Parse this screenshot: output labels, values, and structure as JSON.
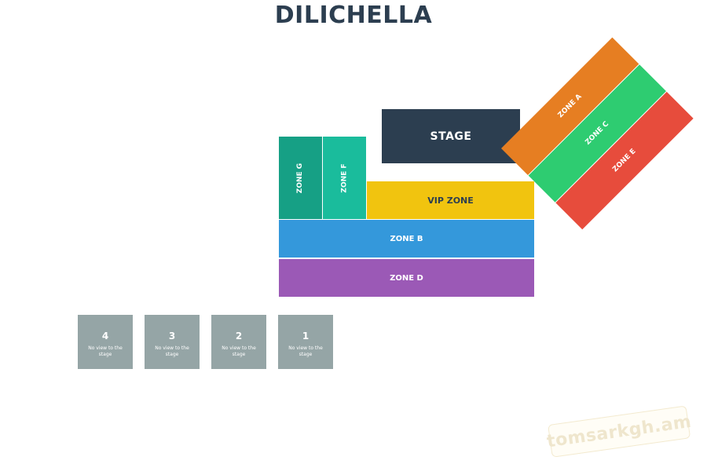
{
  "title": "DILICHELLA",
  "zones": {
    "stage": "STAGE",
    "vip": "VIP ZONE",
    "zone_a": "ZONE A",
    "zone_b": "ZONE B",
    "zone_c": "ZONE C",
    "zone_d": "ZONE D",
    "zone_e": "ZONE E",
    "zone_f": "ZONE F",
    "zone_g": "ZONE G"
  },
  "standing_boxes": [
    {
      "number": "4",
      "note": "No view to the stage"
    },
    {
      "number": "3",
      "note": "No view to the stage"
    },
    {
      "number": "2",
      "note": "No view to the stage"
    },
    {
      "number": "1",
      "note": "No view to the stage"
    }
  ],
  "colors": {
    "stage": "#2c3e50",
    "vip": "#f1c40f",
    "zone_a": "#e67e22",
    "zone_b": "#3498db",
    "zone_c": "#2ecc71",
    "zone_d": "#9b59b6",
    "zone_e": "#e74c3c",
    "zone_f": "#1abc9c",
    "zone_g": "#16a085",
    "boxes": "#95a5a6"
  },
  "watermark": "tomsarkgh.am"
}
